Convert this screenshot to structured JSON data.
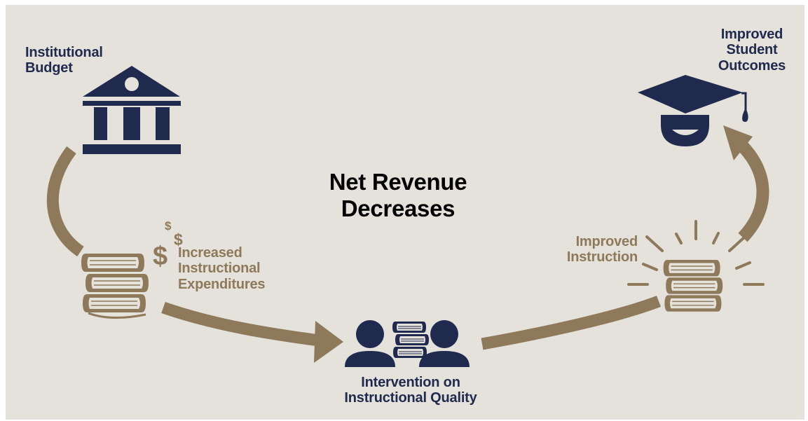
{
  "title": {
    "line1": "Net Revenue",
    "line2": "Decreases"
  },
  "nodes": {
    "budget": {
      "line1": "Institutional",
      "line2": "Budget",
      "icon": "bank-icon"
    },
    "expenditures": {
      "line1": "Increased",
      "line2": "Instructional",
      "line3": "Expenditures",
      "icon": "books-with-money-icon",
      "symbol": "$"
    },
    "intervention": {
      "line1": "Intervention on",
      "line2": "Instructional Quality",
      "icon": "people-with-books-icon"
    },
    "instruction": {
      "line1": "Improved",
      "line2": "Instruction",
      "icon": "glowing-books-icon"
    },
    "outcomes": {
      "line1": "Improved",
      "line2": "Student",
      "line3": "Outcomes",
      "icon": "graduate-icon"
    }
  },
  "colors": {
    "background": "#e5e1db",
    "navy": "#1f2a4e",
    "tan": "#8e7a5a"
  }
}
